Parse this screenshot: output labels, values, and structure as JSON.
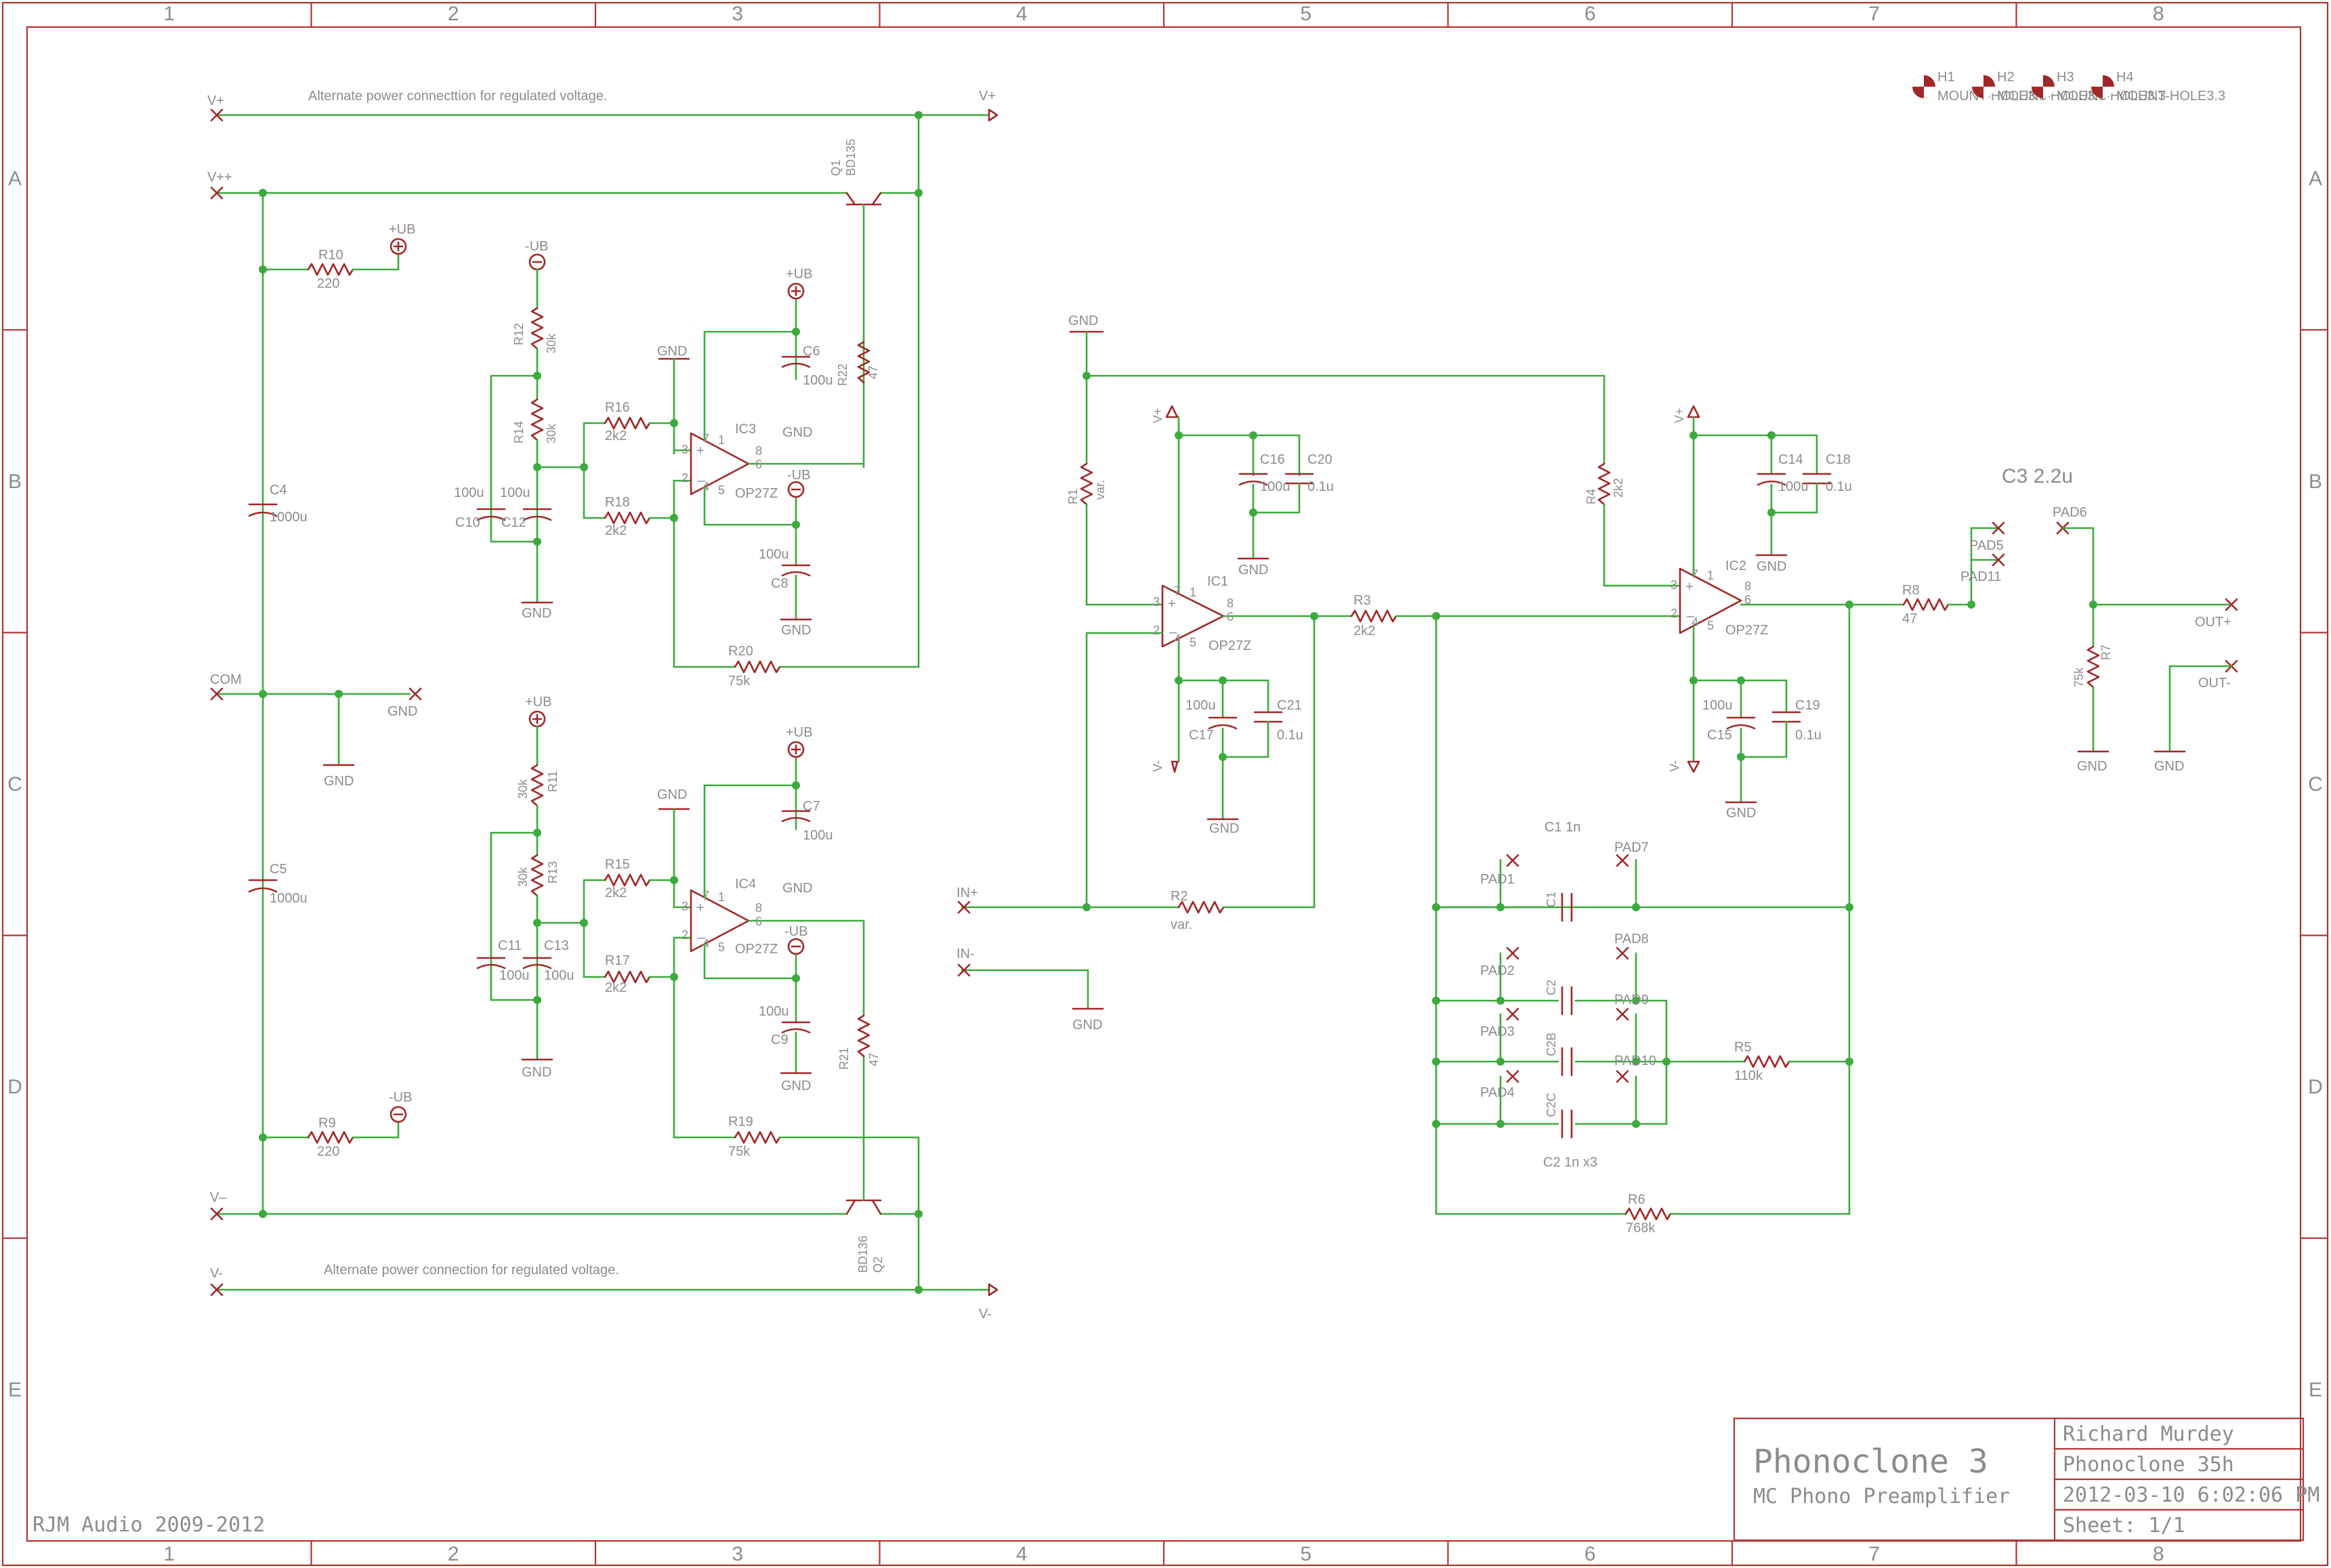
{
  "frame": {
    "columns": [
      "1",
      "2",
      "3",
      "4",
      "5",
      "6",
      "7",
      "8"
    ],
    "rows": [
      "A",
      "B",
      "C",
      "D",
      "E"
    ]
  },
  "notes": {
    "alt_power_top": "Alternate power connecttion for regulated voltage.",
    "alt_power_bottom": "Alternate power connection for regulated voltage.",
    "c3_title": "C3 2.2u",
    "c1_group": "C1 1n",
    "c2_group": "C2 1n x3",
    "copyright": "RJM Audio 2009-2012"
  },
  "title_block": {
    "title": "Phonoclone 3",
    "subtitle": "MC Phono Preamplifier",
    "author": "Richard Murdey",
    "project": "Phonoclone 35h",
    "date": "2012-03-10 6:02:06 PM",
    "sheet": "Sheet: 1/1"
  },
  "holes": [
    {
      "ref": "H1",
      "value": "MOUNT-HOLE3.3"
    },
    {
      "ref": "H2",
      "value": "MOUNT-HOLE3.3"
    },
    {
      "ref": "H3",
      "value": "MOUNT-HOLE3.3"
    },
    {
      "ref": "H4",
      "value": "MOUNT-HOLE3.3"
    }
  ],
  "labels": {
    "vpp": "V++",
    "vp": "V+",
    "vm": "V-",
    "vmm": "V–",
    "com": "COM",
    "gnd": "GND",
    "plus_ub": "+UB",
    "minus_ub": "-UB",
    "in_p": "IN+",
    "in_m": "IN-",
    "out_p": "OUT+",
    "out_m": "OUT-",
    "opamp": "OP27Z",
    "var": "var."
  },
  "components": {
    "IC1": "IC1",
    "IC2": "IC2",
    "IC3": "IC3",
    "IC4": "IC4",
    "Q1": "Q1",
    "Q1v": "BD135",
    "Q2": "Q2",
    "Q2v": "BD136",
    "R1": "R1",
    "R2": "R2",
    "R3": "R3",
    "R3v": "2k2",
    "R4": "R4",
    "R4v": "2k2",
    "R5": "R5",
    "R5v": "110k",
    "R6": "R6",
    "R6v": "768k",
    "R7": "R7",
    "R7v": "75k",
    "R8": "R8",
    "R8v": "47",
    "R9": "R9",
    "R9v": "220",
    "R10": "R10",
    "R10v": "220",
    "R11": "R11",
    "R11v": "30k",
    "R12": "R12",
    "R12v": "30k",
    "R13": "R13",
    "R13v": "30k",
    "R14": "R14",
    "R14v": "30k",
    "R15": "R15",
    "R15v": "2k2",
    "R16": "R16",
    "R16v": "2k2",
    "R17": "R17",
    "R17v": "2k2",
    "R18": "R18",
    "R18v": "2k2",
    "R19": "R19",
    "R19v": "75k",
    "R20": "R20",
    "R20v": "75k",
    "R21": "R21",
    "R21v": "47",
    "R22": "R22",
    "R22v": "47",
    "C1": "C1",
    "C2": "C2",
    "C2B": "C2B",
    "C2C": "C2C",
    "C4": "C4",
    "C4v": "1000u",
    "C5": "C5",
    "C5v": "1000u",
    "C6": "C6",
    "C6v": "100u",
    "C7": "C7",
    "C7v": "100u",
    "C8": "C8",
    "C8v": "100u",
    "C9": "C9",
    "C9v": "100u",
    "C10": "C10",
    "C10v": "100u",
    "C11": "C11",
    "C11v": "100u",
    "C12": "C12",
    "C12v": "100u",
    "C13": "C13",
    "C13v": "100u",
    "C14": "C14",
    "C14v": "100u",
    "C15": "C15",
    "C15v": "100u",
    "C16": "C16",
    "C16v": "100u",
    "C17": "C17",
    "C17v": "100u",
    "C18": "C18",
    "C18v": "0.1u",
    "C19": "C19",
    "C19v": "0.1u",
    "C20": "C20",
    "C20v": "0.1u",
    "C21": "C21",
    "C21v": "0.1u",
    "PAD1": "PAD1",
    "PAD2": "PAD2",
    "PAD3": "PAD3",
    "PAD4": "PAD4",
    "PAD5": "PAD5",
    "PAD6": "PAD6",
    "PAD7": "PAD7",
    "PAD8": "PAD8",
    "PAD9": "PAD9",
    "PAD10": "PAD10",
    "PAD11": "PAD11"
  },
  "pins": {
    "p1": "1",
    "p2": "2",
    "p3": "3",
    "p4": "4",
    "p5": "5",
    "p6": "6",
    "p7": "7",
    "p8": "8"
  }
}
